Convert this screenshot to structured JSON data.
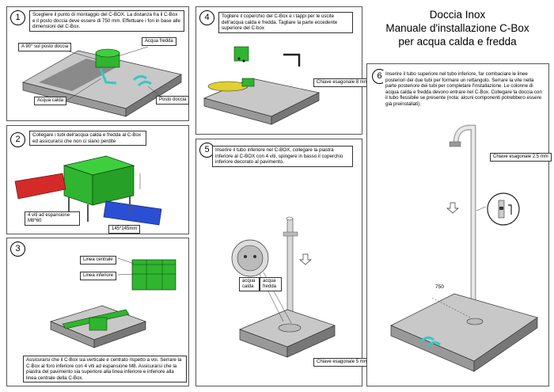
{
  "header": {
    "line1": "Doccia Inox",
    "line2": "Manuale d'installazione C-Box",
    "line3": "per acqua calda e fredda"
  },
  "steps": [
    {
      "number": "1",
      "text": "Scegliere il punto di montaggio del C-BOX. La distanza fra il C-Box e il posto doccia deve essere di 750 mm. Effettuare i fori in base alle dimensioni del C-Box.",
      "labels": {
        "angle": "A 90° sul posto doccia",
        "cold": "Acqua fredda",
        "hot": "Acqua calda",
        "shower": "Posto doccia"
      }
    },
    {
      "number": "2",
      "text": "Collegare i tubi dell'acqua calda e fredda al C-Box ed assicurarsi che non ci siano perdite",
      "labels": {
        "screws": "4 viti ad espansione M8*60",
        "size": "145*145mm"
      }
    },
    {
      "number": "3",
      "text": "Assicurarsi che il C-Box sia verticale e centrato rispetto a voi. Serrare la C-Box al foro inferiore con 4 viti ad espansione M8. Assicurarsi che la piastra del pavimento sia superiore alla linea inferiore e inferiore alla linea centrale della C-Box.",
      "labels": {
        "center": "Linea centrale",
        "lower": "Linea inferiore"
      }
    },
    {
      "number": "4",
      "text": "Togliere il coperchio del C-Box e i tappi per le uscite dell'acqua calda e fredda. Tagliare la parte eccedente superiore del C-box",
      "labels": {
        "hex": "Chiave esagonale 8 mm"
      }
    },
    {
      "number": "5",
      "text": "Inserire il tubo inferiore nel C-BOX, collegare la piastra inferiore al C-BOX con 4 viti, spingere in basso il coperchio inferiore decorato al pavimento.",
      "labels": {
        "hot": "acqua calda",
        "cold": "acqua fredda",
        "hex": "Chiave esagonale 5 mm"
      }
    },
    {
      "number": "6",
      "text": "Inserire il tubo superiore nel tubo inferiore, far combaciare le linee posteriori dei due tubi per formare un rettangolo. Serrare la vite nella parte posteriore dei tubi per completare l'installazione. Le colonne di acqua calda e fredda devono entrare nel C-Box. Collegare la doccia con il tubo flessibile se presente (nota: alcuni componenti potrebbero essere già preinstallati).",
      "labels": {
        "hex": "Chiave esagonale 2.5 mm",
        "distance": "750"
      }
    }
  ],
  "colors": {
    "green": "#2fb52f",
    "red": "#d42a2a",
    "blue": "#2a4fd4",
    "cyan": "#39c6c6",
    "tile": "#b9b9b9"
  }
}
